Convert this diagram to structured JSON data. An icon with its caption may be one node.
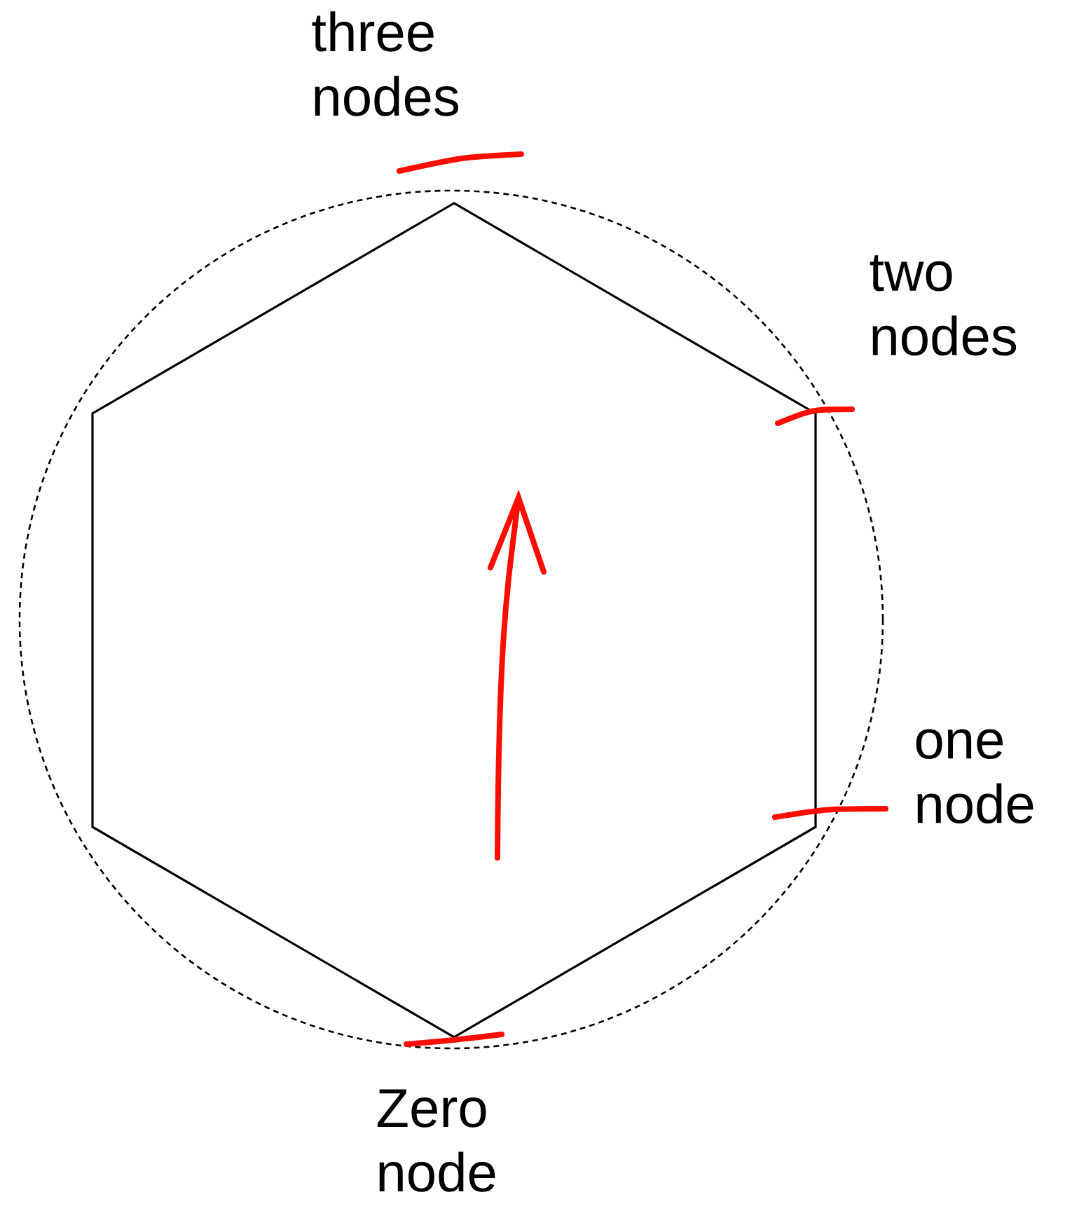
{
  "diagram": {
    "labels": [
      "three nodes",
      "two nodes",
      "one node",
      "Zero node"
    ]
  }
}
